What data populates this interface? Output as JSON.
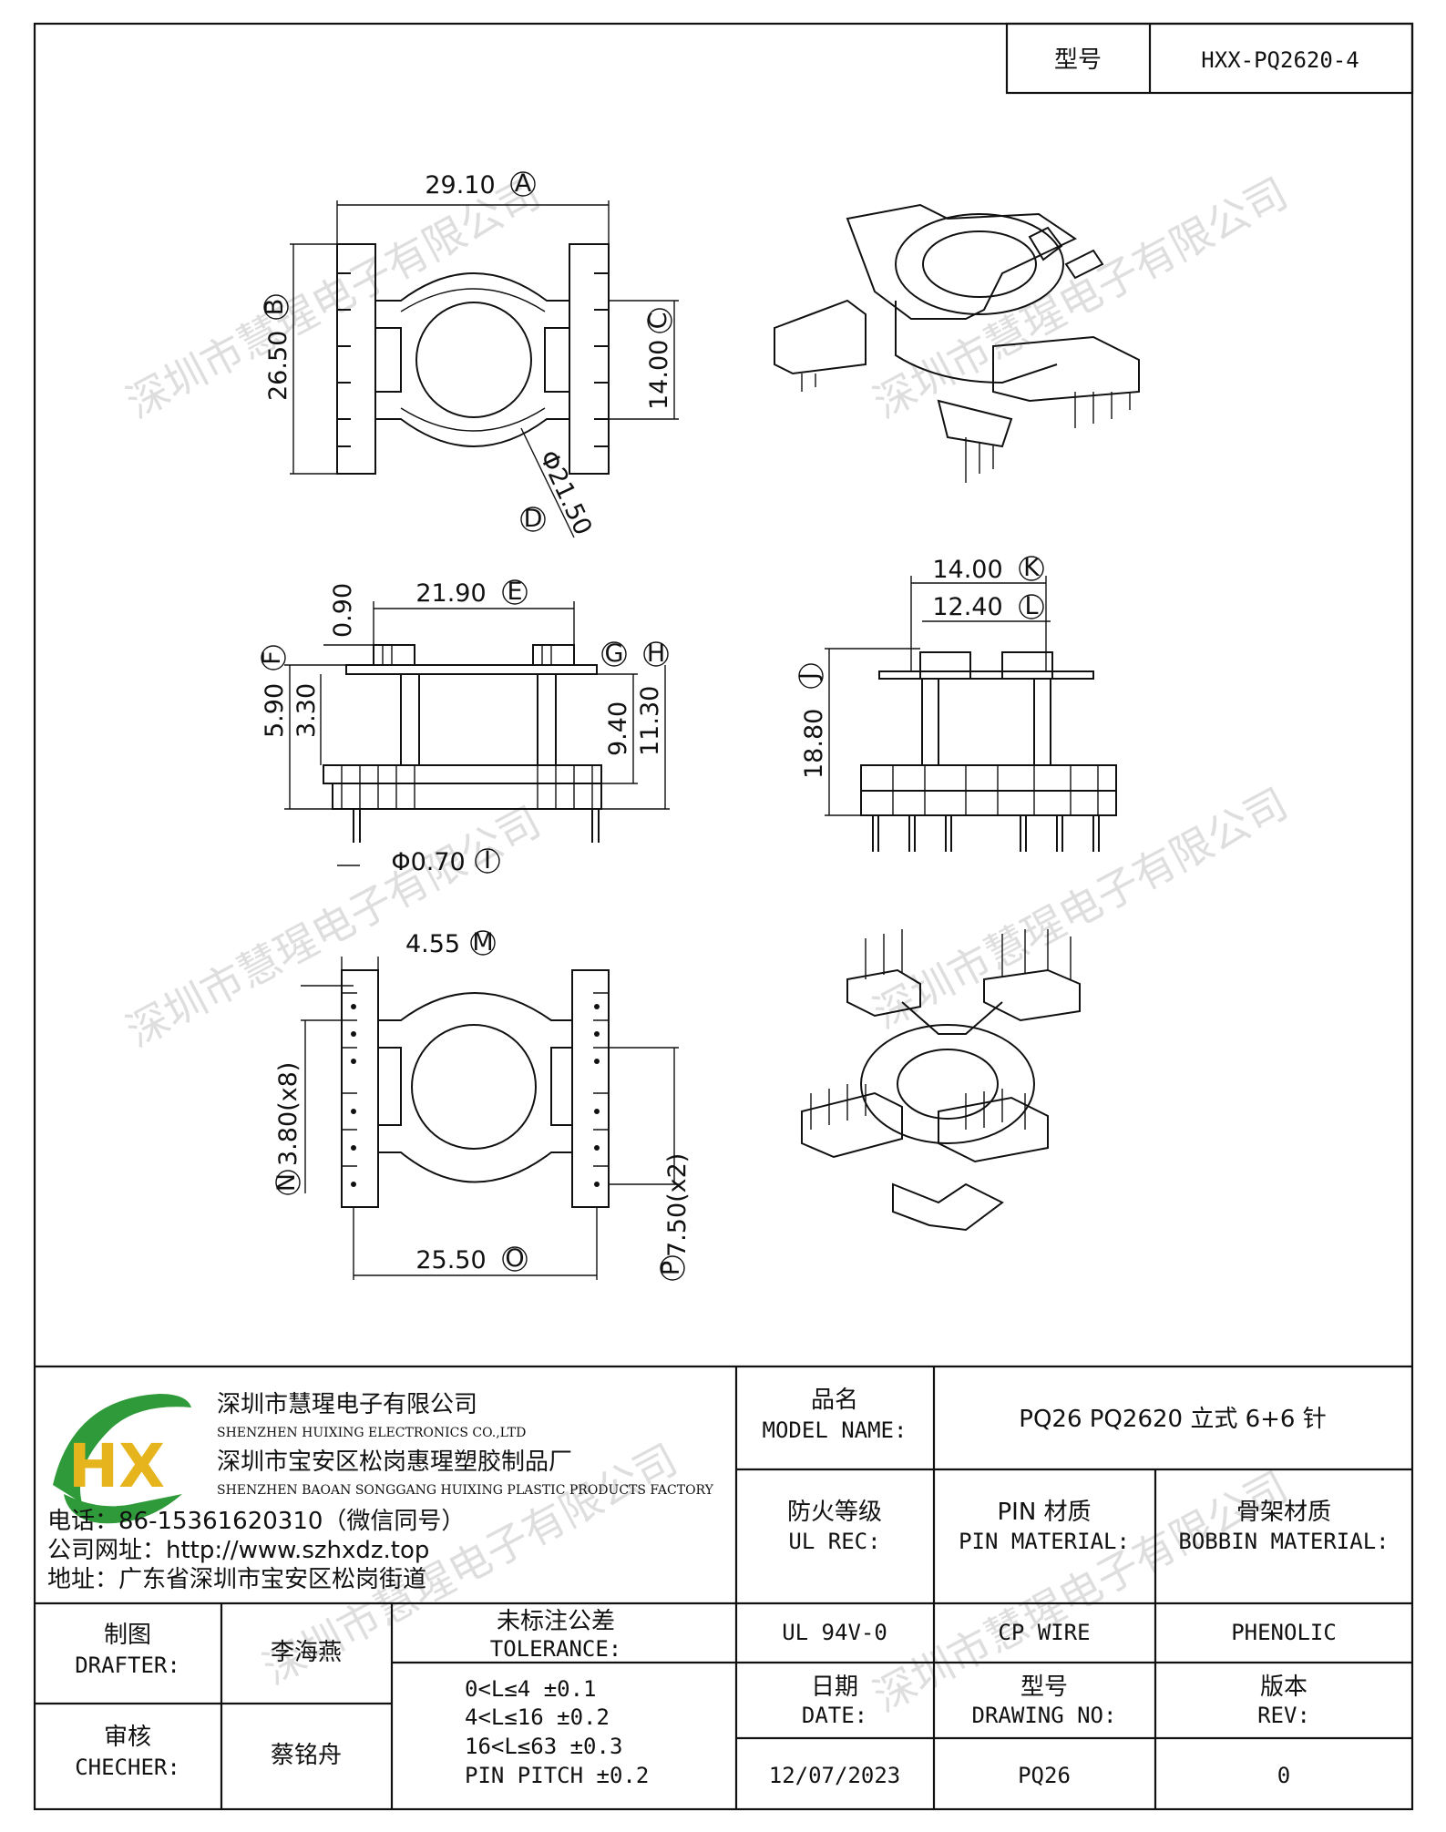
{
  "header": {
    "model_label": "型号",
    "model_value": "HXX-PQ2620-4"
  },
  "dimensions": {
    "a": "29.10",
    "a_tag": "A",
    "b": "26.50",
    "b_tag": "B",
    "c": "14.00",
    "c_tag": "C",
    "d": "Φ21.50",
    "d_tag": "D",
    "e": "21.90",
    "e_tag": "E",
    "e_top": "0.90",
    "f": "5.90",
    "f_tag": "F",
    "f2": "3.30",
    "g_tag": "G",
    "h_tag": "H",
    "g": "9.40",
    "h": "11.30",
    "i": "Φ0.70",
    "i_tag": "I",
    "k": "14.00",
    "k_tag": "K",
    "l": "12.40",
    "l_tag": "L",
    "j": "18.80",
    "j_tag": "J",
    "m": "4.55",
    "m_tag": "M",
    "n": "3.80(x8)",
    "n_tag": "N",
    "o": "25.50",
    "o_tag": "O",
    "p": "7.50(x2)",
    "p_tag": "P"
  },
  "company": {
    "logo_text": "HX",
    "name_cn": "深圳市慧瑆电子有限公司",
    "name_en": "SHENZHEN HUIXING ELECTRONICS CO.,LTD",
    "factory_cn": "深圳市宝安区松岗惠瑆塑胶制品厂",
    "factory_en": "SHENZHEN BAOAN SONGGANG HUIXING PLASTIC PRODUCTS FACTORY",
    "phone": "电话：86-15361620310（微信同号）",
    "website": "公司网址：http://www.szhxdz.top",
    "address": "地址：广东省深圳市宝安区松岗街道"
  },
  "title_block": {
    "model_name_cn": "品名",
    "model_name_en": "MODEL NAME:",
    "model_name_value": "PQ26 PQ2620 立式 6+6 针",
    "ul_cn": "防火等级",
    "ul_en": "UL REC:",
    "pin_cn": "PIN 材质",
    "pin_en": "PIN MATERIAL:",
    "bobbin_cn": "骨架材质",
    "bobbin_en": "BOBBIN MATERIAL:",
    "ul_value": "UL 94V-0",
    "pin_value": "CP WIRE",
    "bobbin_value": "PHENOLIC",
    "drafter_cn": "制图",
    "drafter_en": "DRAFTER:",
    "drafter_name": "李海燕",
    "checker_cn": "审核",
    "checker_en": "CHECHER:",
    "checker_name": "蔡铭舟",
    "tolerance_cn": "未标注公差",
    "tolerance_en": "TOLERANCE:",
    "tolerances": [
      "0<L≤4  ±0.1",
      "4<L≤16 ±0.2",
      "16<L≤63 ±0.3",
      "PIN PITCH ±0.2"
    ],
    "date_cn": "日期",
    "date_en": "DATE:",
    "date_value": "12/07/2023",
    "drawing_cn": "型号",
    "drawing_en": "DRAWING NO:",
    "drawing_value": "PQ26",
    "rev_cn": "版本",
    "rev_en": "REV:",
    "rev_value": "0"
  },
  "watermark": "深圳市慧瑆电子有限公司",
  "colors": {
    "logo_green": "#2f9a3a",
    "logo_yellow": "#e6b51e",
    "line": "#111111"
  }
}
